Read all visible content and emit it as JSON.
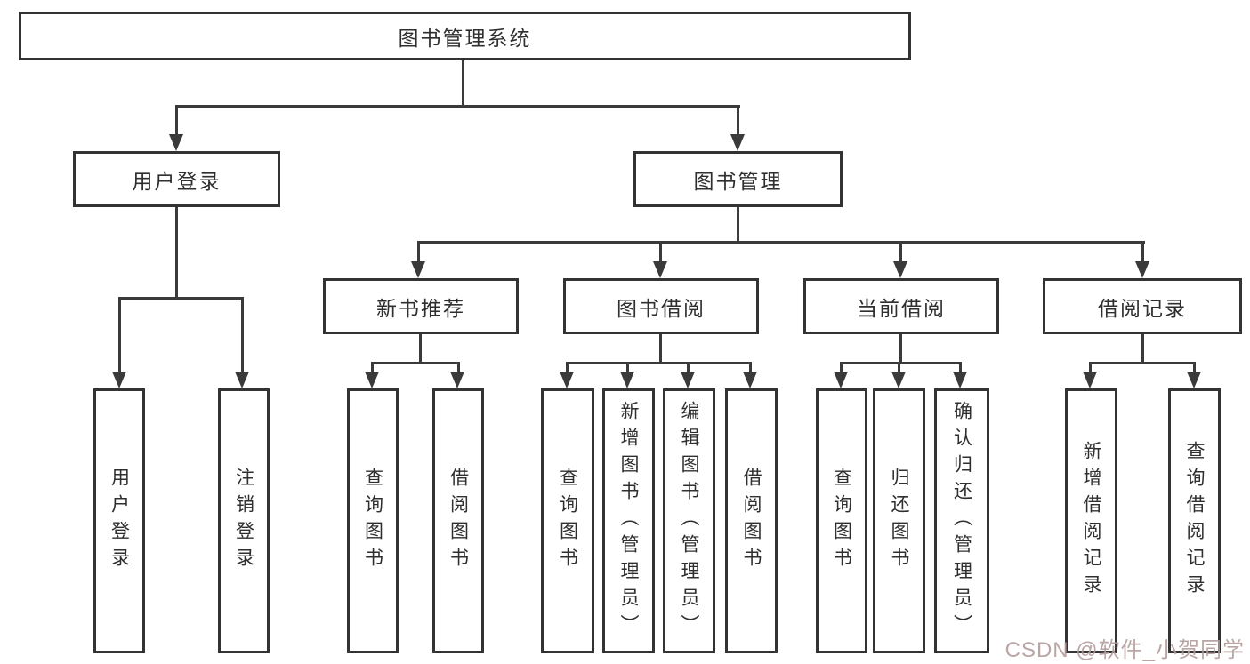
{
  "colors": {
    "line": "#3a3a3a",
    "border": "#333333",
    "fill": "#ffffff",
    "text": "#2f2f2f",
    "background": "#ffffff"
  },
  "watermark": {
    "text": "CSDN @软件_小贺同学",
    "color": "#b39c9c"
  },
  "tree": {
    "root": {
      "label": "图书管理系统"
    },
    "children": [
      {
        "label": "用户登录",
        "children": [
          {
            "label": "用户登录"
          },
          {
            "label": "注销登录"
          }
        ]
      },
      {
        "label": "图书管理",
        "children": [
          {
            "label": "新书推荐",
            "children": [
              {
                "label": "查询图书"
              },
              {
                "label": "借阅图书"
              }
            ]
          },
          {
            "label": "图书借阅",
            "children": [
              {
                "label": "查询图书"
              },
              {
                "label": "新增图书（管理员）"
              },
              {
                "label": "编辑图书（管理员）"
              },
              {
                "label": "借阅图书"
              }
            ]
          },
          {
            "label": "当前借阅",
            "children": [
              {
                "label": "查询图书"
              },
              {
                "label": "归还图书"
              },
              {
                "label": "确认归还（管理员）"
              }
            ]
          },
          {
            "label": "借阅记录",
            "children": [
              {
                "label": "新增借阅记录"
              },
              {
                "label": "查询借阅记录"
              }
            ]
          }
        ]
      }
    ]
  }
}
